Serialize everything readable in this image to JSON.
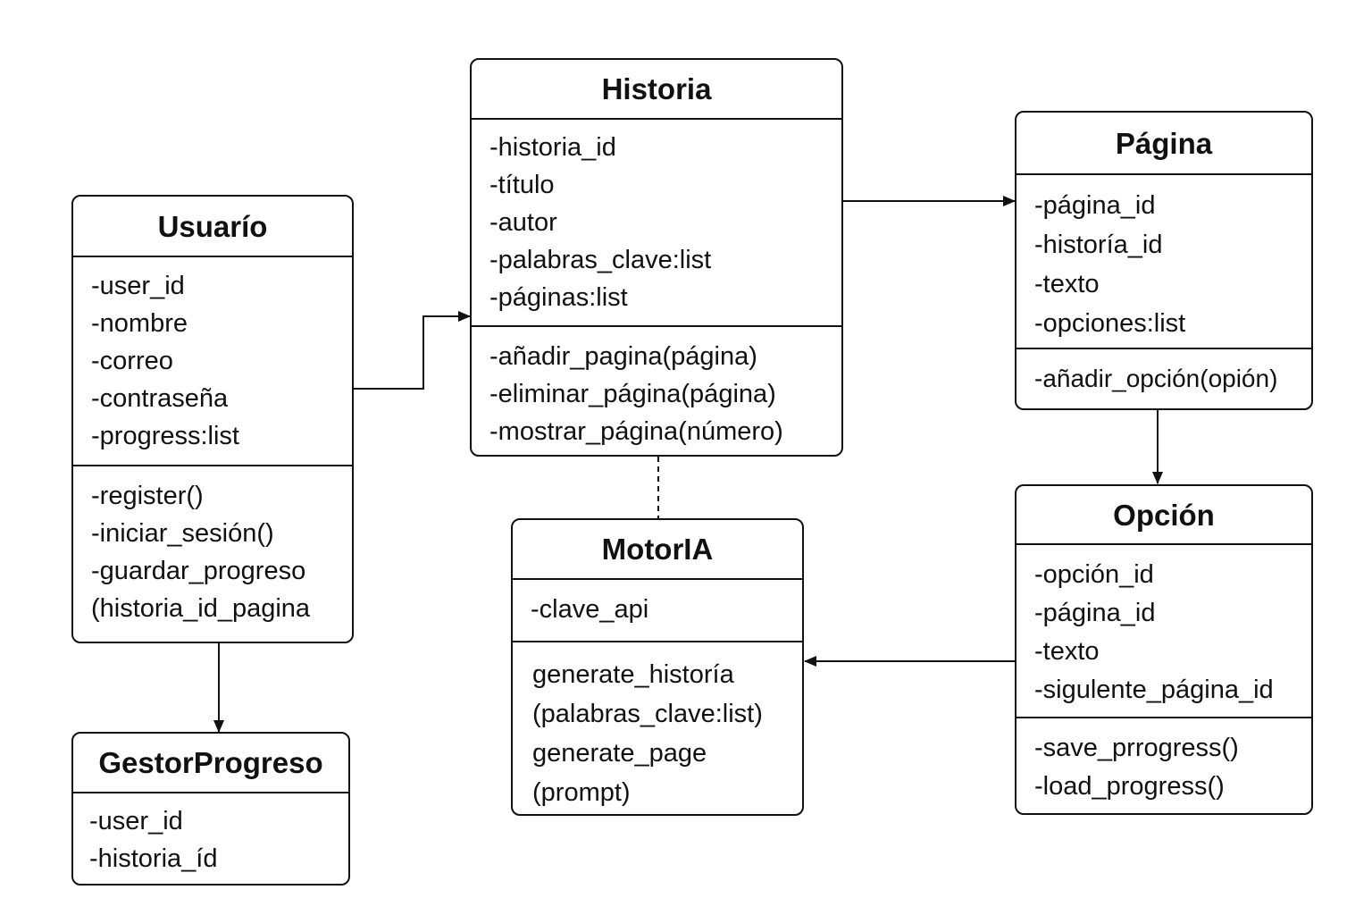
{
  "classes": {
    "usuario": {
      "name": "Usuarío",
      "attributes": [
        "-user_id",
        "-nombre",
        "-correo",
        "-contraseña",
        "-progress:list"
      ],
      "methods": [
        "-register()",
        "-iniciar_sesión()",
        "-guardar_progreso",
        "(historia_id_pagina"
      ]
    },
    "historia": {
      "name": "Historia",
      "attributes": [
        "-historia_id",
        "-título",
        "-autor",
        "-palabras_clave:list",
        "-páginas:list"
      ],
      "methods": [
        "-añadir_pagina(página)",
        "-eliminar_página(página)",
        "-mostrar_página(número)"
      ]
    },
    "pagina": {
      "name": "Página",
      "attributes": [
        "-página_id",
        "-historía_id",
        "-texto",
        "-opciones:list"
      ],
      "methods": [
        "-añadir_opción(opión)"
      ]
    },
    "opcion": {
      "name": "Opción",
      "attributes": [
        "-opción_id",
        "-página_id",
        "-texto",
        "-sigulente_página_id"
      ],
      "methods": [
        "-save_prrogress()",
        "-load_progress()"
      ]
    },
    "motoria": {
      "name": "MotorIA",
      "attributes": [
        "-clave_api"
      ],
      "methods": [
        "generate_historía",
        "(palabras_clave:list)",
        "generate_page",
        "(prompt)"
      ]
    },
    "gestorprogreso": {
      "name": "GestorProgreso",
      "attributes": [
        "-user_id",
        "-historia_íd"
      ],
      "methods": []
    }
  },
  "colors": {
    "stroke": "#111111",
    "background": "#ffffff"
  }
}
